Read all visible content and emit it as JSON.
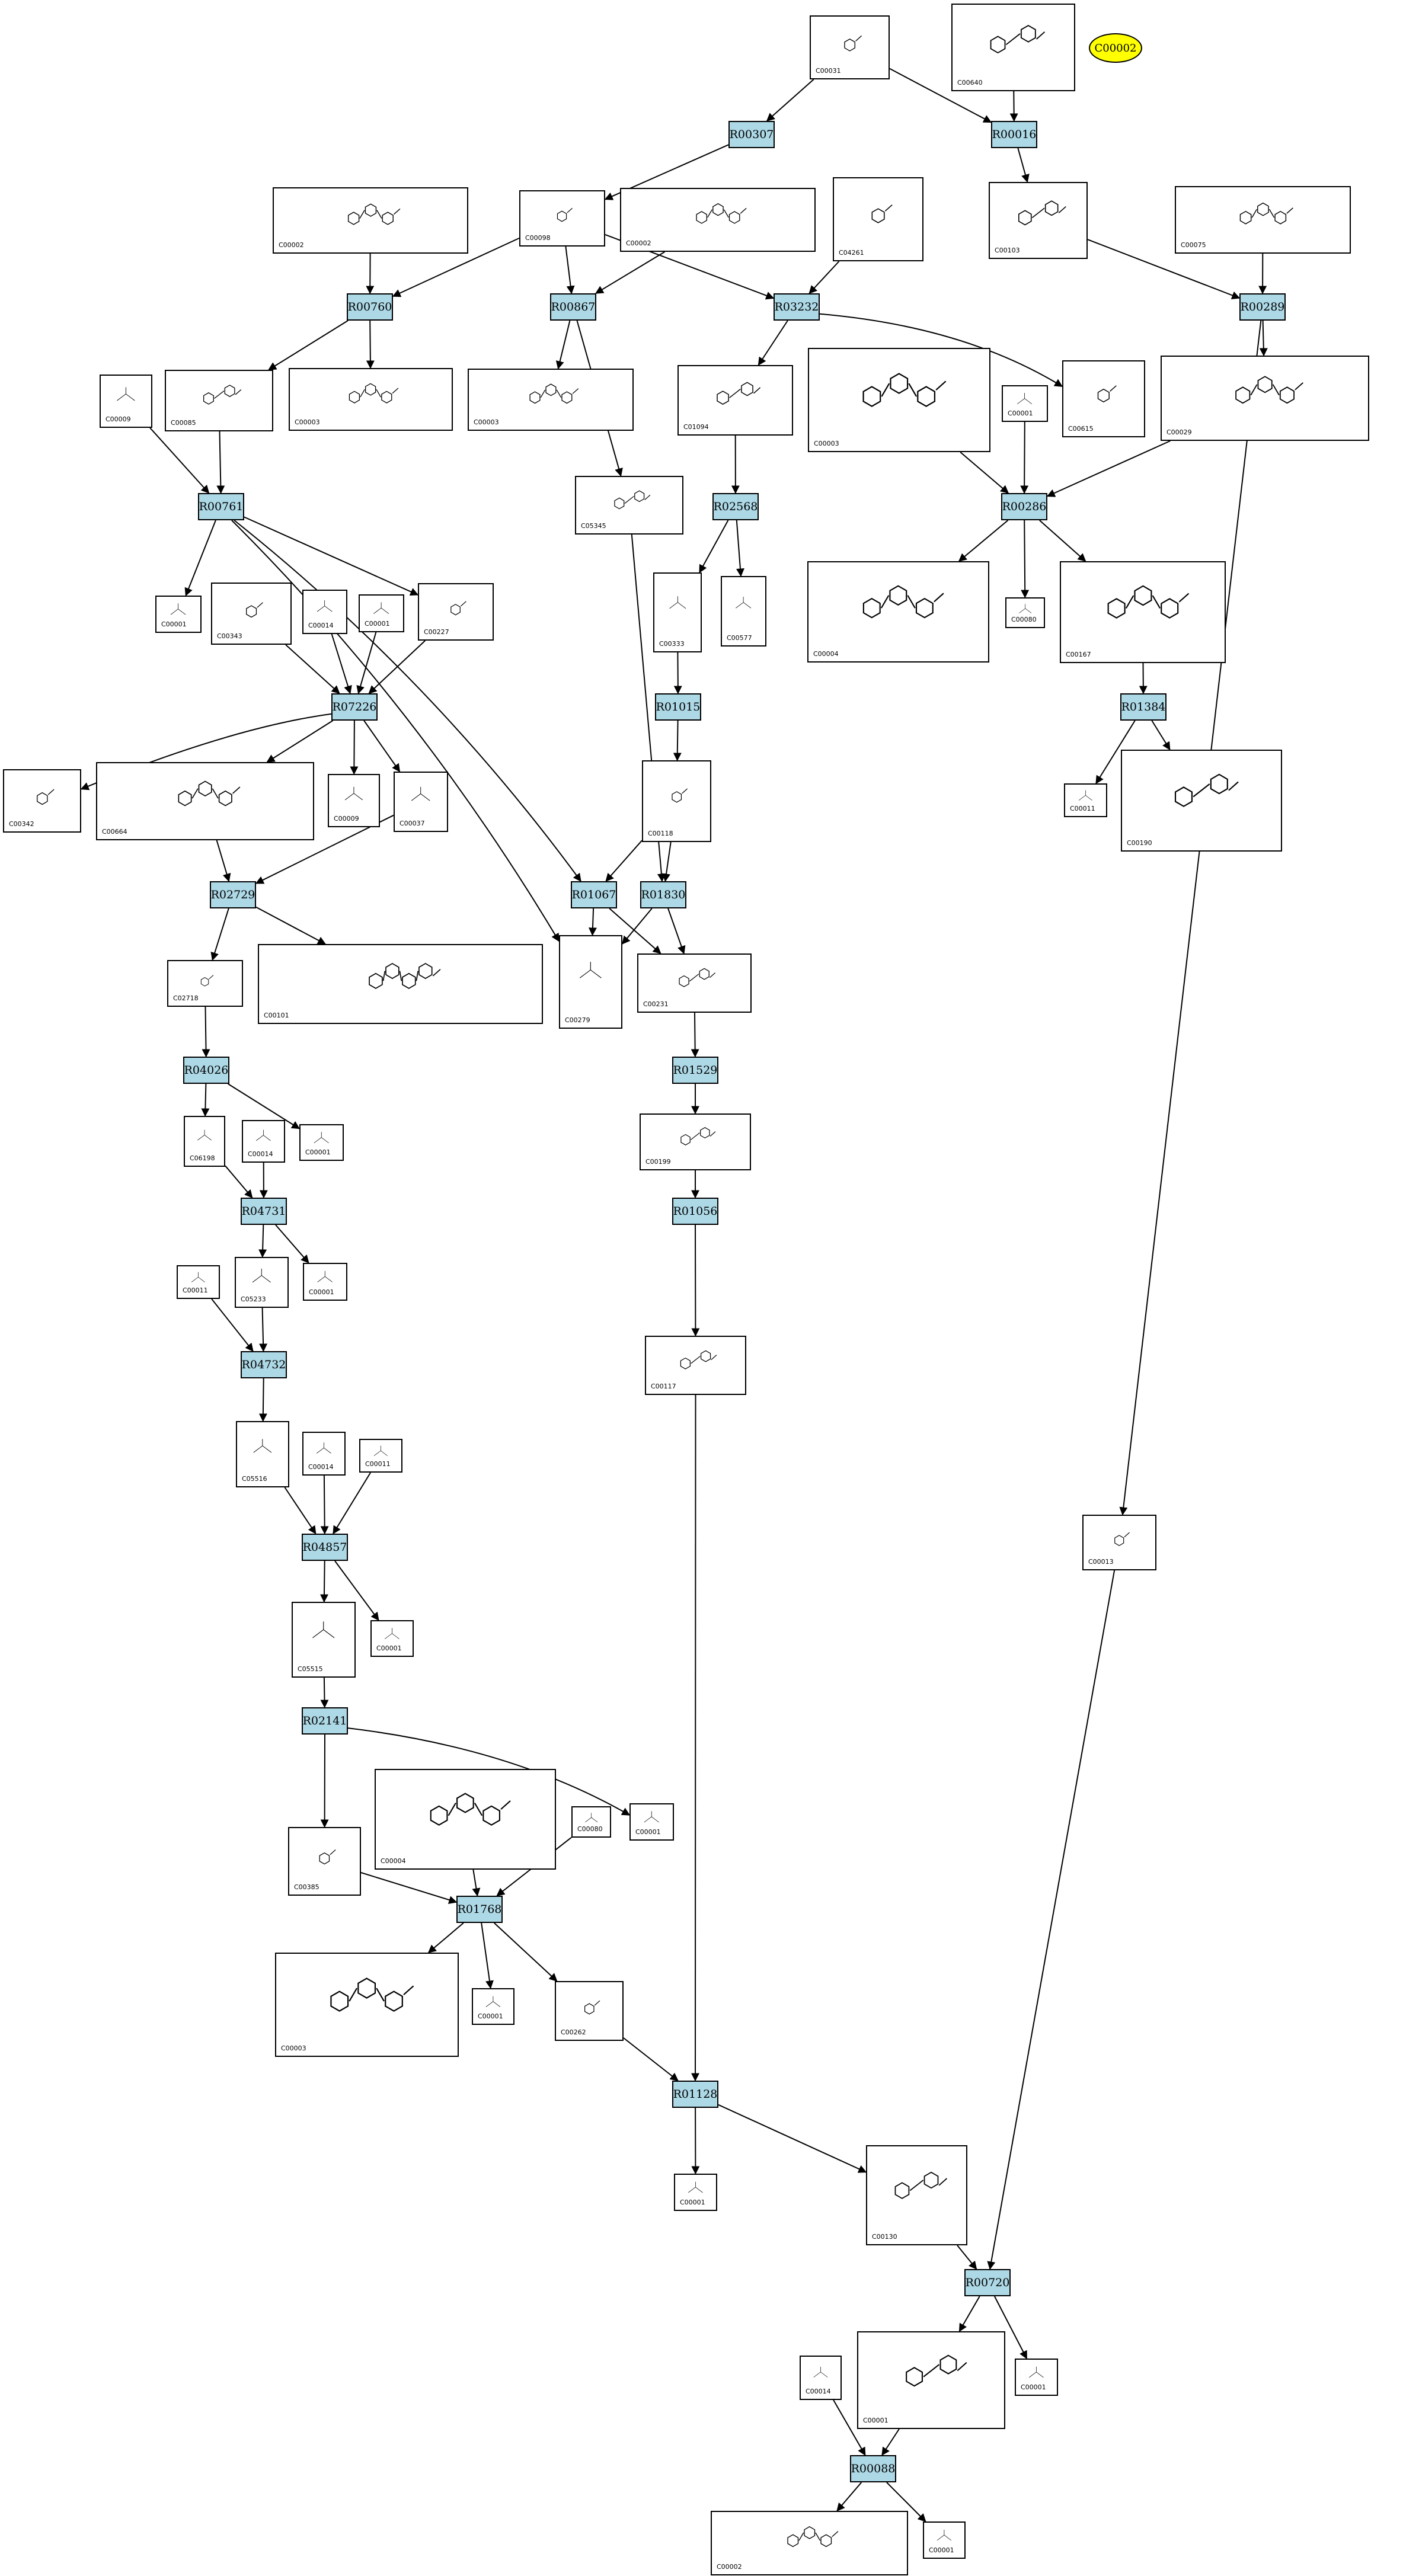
{
  "colors": {
    "reaction_fill": "#add8e6",
    "highlight_fill": "#ffff00",
    "line": "#000000",
    "box_fill": "#ffffff"
  },
  "highlight": {
    "label": "C00002"
  },
  "compounds": [
    {
      "key": "c_c00031",
      "label": "C00031"
    },
    {
      "key": "c_c00640",
      "label": "C00640"
    },
    {
      "key": "c_c00002a",
      "label": "C00002"
    },
    {
      "key": "c_c00098",
      "label": "C00098"
    },
    {
      "key": "c_c00002b",
      "label": "C00002"
    },
    {
      "key": "c_c04261",
      "label": "C04261"
    },
    {
      "key": "c_c00103",
      "label": "C00103"
    },
    {
      "key": "c_c00075",
      "label": "C00075"
    },
    {
      "key": "c_c00009a",
      "label": "C00009"
    },
    {
      "key": "c_c00085",
      "label": "C00085"
    },
    {
      "key": "c_c00003a",
      "label": "C00003"
    },
    {
      "key": "c_c00003b",
      "label": "C00003"
    },
    {
      "key": "c_c01094",
      "label": "C01094"
    },
    {
      "key": "c_c00003c",
      "label": "C00003"
    },
    {
      "key": "c_c00001a",
      "label": "C00001"
    },
    {
      "key": "c_c00615",
      "label": "C00615"
    },
    {
      "key": "c_c00029",
      "label": "C00029"
    },
    {
      "key": "c_c05345",
      "label": "C05345"
    },
    {
      "key": "c_c00001b",
      "label": "C00001"
    },
    {
      "key": "c_c00343",
      "label": "C00343"
    },
    {
      "key": "c_c00014a",
      "label": "C00014"
    },
    {
      "key": "c_c00001c",
      "label": "C00001"
    },
    {
      "key": "c_c00227",
      "label": "C00227"
    },
    {
      "key": "c_c00333",
      "label": "C00333"
    },
    {
      "key": "c_c00577",
      "label": "C00577"
    },
    {
      "key": "c_c00004a",
      "label": "C00004"
    },
    {
      "key": "c_c00080a",
      "label": "C00080"
    },
    {
      "key": "c_c00167",
      "label": "C00167"
    },
    {
      "key": "c_c00342",
      "label": "C00342"
    },
    {
      "key": "c_c00664",
      "label": "C00664"
    },
    {
      "key": "c_c00009b",
      "label": "C00009"
    },
    {
      "key": "c_c00037",
      "label": "C00037"
    },
    {
      "key": "c_c00118",
      "label": "C00118"
    },
    {
      "key": "c_c00011a",
      "label": "C00011"
    },
    {
      "key": "c_c00190",
      "label": "C00190"
    },
    {
      "key": "c_c02718",
      "label": "C02718"
    },
    {
      "key": "c_c00101",
      "label": "C00101"
    },
    {
      "key": "c_c00279",
      "label": "C00279"
    },
    {
      "key": "c_c00231",
      "label": "C00231"
    },
    {
      "key": "c_c06198",
      "label": "C06198"
    },
    {
      "key": "c_c00014b",
      "label": "C00014"
    },
    {
      "key": "c_c00001d",
      "label": "C00001"
    },
    {
      "key": "c_c00199",
      "label": "C00199"
    },
    {
      "key": "c_c00011b",
      "label": "C00011"
    },
    {
      "key": "c_c05233",
      "label": "C05233"
    },
    {
      "key": "c_c00001e",
      "label": "C00001"
    },
    {
      "key": "c_c00117",
      "label": "C00117"
    },
    {
      "key": "c_c05516",
      "label": "C05516"
    },
    {
      "key": "c_c00014c",
      "label": "C00014"
    },
    {
      "key": "c_c00011c",
      "label": "C00011"
    },
    {
      "key": "c_c00013",
      "label": "C00013"
    },
    {
      "key": "c_c05515",
      "label": "C05515"
    },
    {
      "key": "c_c00001f",
      "label": "C00001"
    },
    {
      "key": "c_c00385",
      "label": "C00385"
    },
    {
      "key": "c_c00004b",
      "label": "C00004"
    },
    {
      "key": "c_c00080b",
      "label": "C00080"
    },
    {
      "key": "c_c00001g",
      "label": "C00001"
    },
    {
      "key": "c_c00003d",
      "label": "C00003"
    },
    {
      "key": "c_c00001h",
      "label": "C00001"
    },
    {
      "key": "c_c00262",
      "label": "C00262"
    },
    {
      "key": "c_c00001i",
      "label": "C00001"
    },
    {
      "key": "c_c00130",
      "label": "C00130"
    },
    {
      "key": "c_c00014d",
      "label": "C00014"
    },
    {
      "key": "c_c00001j",
      "label": "C00001"
    },
    {
      "key": "c_c00001k",
      "label": "C00001"
    },
    {
      "key": "c_c00002c",
      "label": "C00002"
    },
    {
      "key": "c_c00001l",
      "label": "C00001"
    }
  ],
  "reactions": [
    {
      "key": "r_r00307",
      "label": "R00307"
    },
    {
      "key": "r_r00016",
      "label": "R00016"
    },
    {
      "key": "r_r00760",
      "label": "R00760"
    },
    {
      "key": "r_r00867",
      "label": "R00867"
    },
    {
      "key": "r_r03232",
      "label": "R03232"
    },
    {
      "key": "r_r00289",
      "label": "R00289"
    },
    {
      "key": "r_r00761",
      "label": "R00761"
    },
    {
      "key": "r_r02568",
      "label": "R02568"
    },
    {
      "key": "r_r00286",
      "label": "R00286"
    },
    {
      "key": "r_r07226",
      "label": "R07226"
    },
    {
      "key": "r_r01015",
      "label": "R01015"
    },
    {
      "key": "r_r01384",
      "label": "R01384"
    },
    {
      "key": "r_r02729",
      "label": "R02729"
    },
    {
      "key": "r_r01067",
      "label": "R01067"
    },
    {
      "key": "r_r01830",
      "label": "R01830"
    },
    {
      "key": "r_r04026",
      "label": "R04026"
    },
    {
      "key": "r_r01529",
      "label": "R01529"
    },
    {
      "key": "r_r04731",
      "label": "R04731"
    },
    {
      "key": "r_r01056",
      "label": "R01056"
    },
    {
      "key": "r_r04732",
      "label": "R04732"
    },
    {
      "key": "r_r04857",
      "label": "R04857"
    },
    {
      "key": "r_r02141",
      "label": "R02141"
    },
    {
      "key": "r_r01768",
      "label": "R01768"
    },
    {
      "key": "r_r01128",
      "label": "R01128"
    },
    {
      "key": "r_r00720",
      "label": "R00720"
    },
    {
      "key": "r_r00088",
      "label": "R00088"
    }
  ]
}
